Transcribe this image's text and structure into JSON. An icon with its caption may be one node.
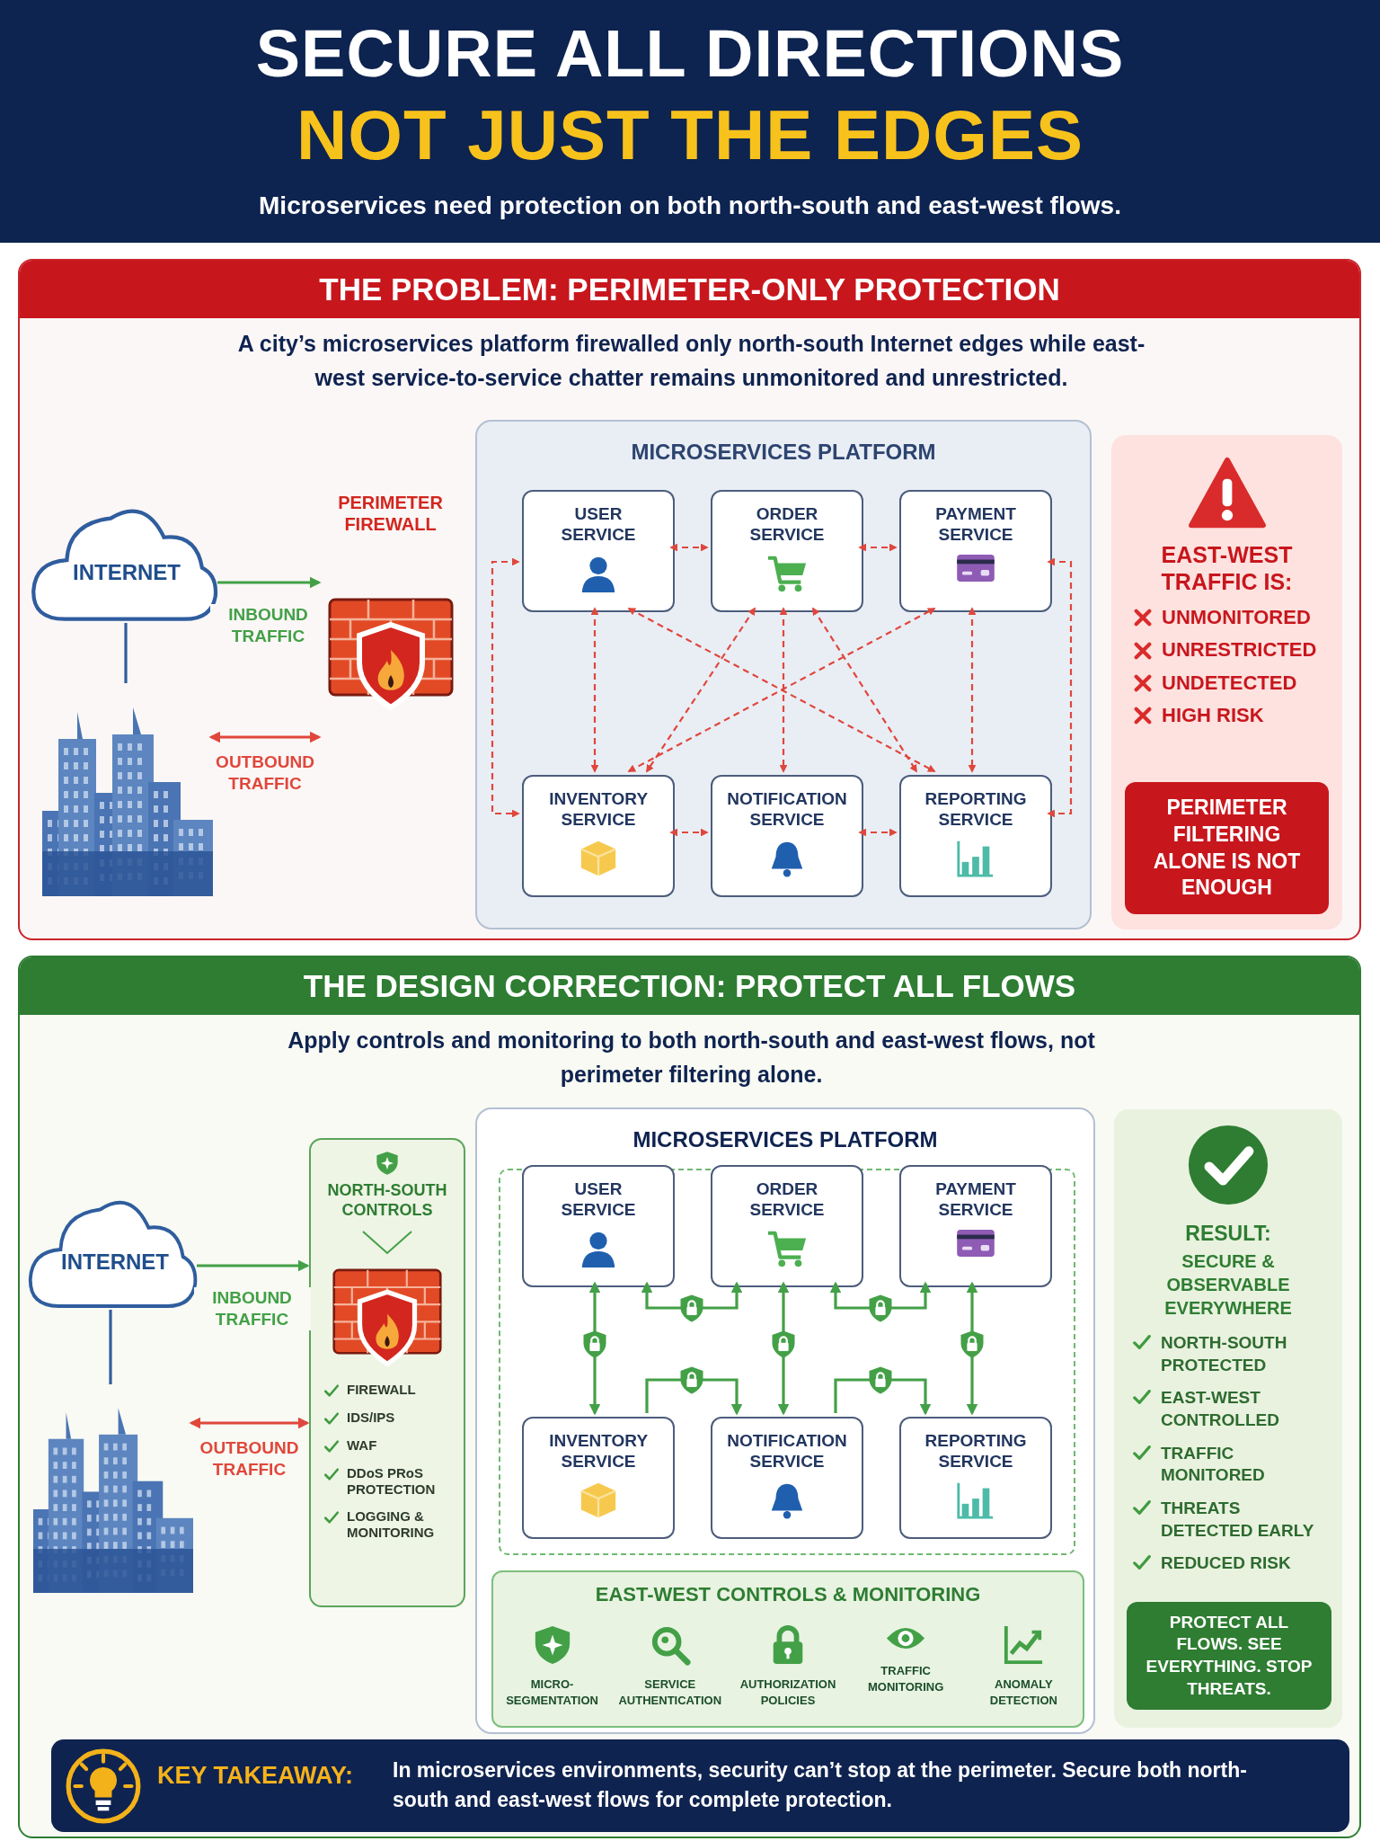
{
  "diagram": {
    "title": "SECURE ALL DIRECTIONS",
    "labels": [
      "NOT JUST THE EDGES",
      "Microservices need protection on both north-south and east-west flows."
    ],
    "nodes": [
      {
        "text": [
          "THE PROBLEM: PERIMETER-ONLY PROTECTION",
          "A city’s microservices platform firewalled only north-south Internet edges while east-west service-to-service chatter remains unmonitored and unrestricted."
        ]
      },
      {
        "text": [
          "INTERNET"
        ],
        "in": 0
      },
      {
        "text": [],
        "shape": "picture",
        "in": 0
      },
      {
        "text": [
          "PERIMETER FIREWALL"
        ],
        "in": 0
      },
      {
        "text": [
          "MICROSERVICES PLATFORM"
        ],
        "in": 0
      },
      {
        "text": [
          "USER SERVICE"
        ],
        "in": 4
      },
      {
        "text": [
          "ORDER SERVICE"
        ],
        "in": 4
      },
      {
        "text": [
          "PAYMENT SERVICE"
        ],
        "in": 4
      },
      {
        "text": [
          "INVENTORY SERVICE"
        ],
        "in": 4
      },
      {
        "text": [
          "NOTIFICATION SERVICE"
        ],
        "in": 4
      },
      {
        "text": [
          "REPORTING SERVICE"
        ],
        "in": 4
      },
      {
        "text": [
          "EAST-WEST TRAFFIC IS:",
          "UNMONITORED",
          "UNRESTRICTED",
          "UNDETECTED",
          "HIGH RISK"
        ],
        "in": 0
      },
      {
        "text": [
          "PERIMETER FILTERING ALONE IS NOT ENOUGH"
        ],
        "in": 11
      },
      {
        "text": [
          "THE DESIGN CORRECTION: PROTECT ALL FLOWS",
          "Apply controls and monitoring to both north-south and east-west flows, not perimeter filtering alone."
        ]
      },
      {
        "text": [
          "INTERNET"
        ],
        "in": 13
      },
      {
        "text": [],
        "shape": "picture",
        "in": 13
      },
      {
        "text": [
          "NORTH-SOUTH CONTROLS",
          "FIREWALL",
          "IDS/IPS",
          "WAF",
          "DDoS PRoS PROTECTION",
          "LOGGING & MONITORING"
        ],
        "in": 13
      },
      {
        "text": [
          "MICROSERVICES PLATFORM"
        ],
        "in": 13
      },
      {
        "text": [
          "USER SERVICE"
        ],
        "in": 17
      },
      {
        "text": [
          "ORDER SERVICE"
        ],
        "in": 17
      },
      {
        "text": [
          "PAYMENT SERVICE"
        ],
        "in": 17
      },
      {
        "text": [
          "INVENTORY SERVICE"
        ],
        "in": 17
      },
      {
        "text": [
          "NOTIFICATION SERVICE"
        ],
        "in": 17
      },
      {
        "text": [
          "REPORTING SERVICE"
        ],
        "in": 17
      },
      {
        "text": [
          "EAST-WEST CONTROLS & MONITORING",
          "MICRO- SEGMENTATION",
          "SERVICE AUTHENTICATION",
          "AUTHORIZATION POLICIES",
          "TRAFFIC MONITORING",
          "ANOMALY DETECTION"
        ],
        "in": 17
      },
      {
        "text": [
          "RESULT:",
          "SECURE & OBSERVABLE EVERYWHERE",
          "NORTH-SOUTH PROTECTED",
          "EAST-WEST CONTROLLED",
          "TRAFFIC MONITORED",
          "THREATS DETECTED EARLY",
          "REDUCED RISK"
        ],
        "in": 13
      },
      {
        "text": [
          "PROTECT ALL FLOWS. SEE EVERYTHING. STOP THREATS."
        ],
        "in": 25
      },
      {
        "text": [
          "KEY TAKEAWAY:",
          "In microservices environments, security can’t stop at the perimeter. Secure both north-south and east-west flows for complete protection."
        ],
        "in": 13
      }
    ],
    "edges": [
      {
        "from": 1,
        "to": 3,
        "arrow": "to",
        "label": "INBOUND TRAFFIC",
        "color": "#43a047"
      },
      {
        "from": 2,
        "to": 3,
        "arrow": "both",
        "label": "OUTBOUND TRAFFIC"
      },
      {
        "from": 1,
        "to": 2,
        "arrow": "none",
        "color": "#2f5d9e"
      },
      {
        "from": 5,
        "to": 6,
        "arrow": "both",
        "style": "dashed"
      },
      {
        "from": 6,
        "to": 7,
        "arrow": "both",
        "style": "dashed"
      },
      {
        "from": 8,
        "to": 9,
        "arrow": "both",
        "style": "dashed"
      },
      {
        "from": 9,
        "to": 10,
        "arrow": "both",
        "style": "dashed"
      },
      {
        "from": 5,
        "to": 8,
        "arrow": "both",
        "style": "dashed"
      },
      {
        "from": 6,
        "to": 9,
        "arrow": "both",
        "style": "dashed"
      },
      {
        "from": 7,
        "to": 10,
        "arrow": "both",
        "style": "dashed"
      },
      {
        "from": 5,
        "to": 10,
        "arrow": "both",
        "style": "dashed"
      },
      {
        "from": 8,
        "to": 7,
        "arrow": "both",
        "style": "dashed"
      },
      {
        "from": 6,
        "to": 8,
        "arrow": "both",
        "style": "dashed"
      },
      {
        "from": 6,
        "to": 10,
        "arrow": "both",
        "style": "dashed"
      },
      {
        "from": 5,
        "to": 8,
        "arrow": "both",
        "style": "dashed"
      },
      {
        "from": 7,
        "to": 10,
        "arrow": "both",
        "style": "dashed"
      },
      {
        "from": 14,
        "to": 16,
        "arrow": "to",
        "label": "INBOUND TRAFFIC",
        "color": "#43a047"
      },
      {
        "from": 15,
        "to": 16,
        "arrow": "both",
        "label": "OUTBOUND TRAFFIC"
      },
      {
        "from": 14,
        "to": 15,
        "arrow": "none",
        "color": "#2f5d9e"
      },
      {
        "from": 18,
        "to": 21,
        "arrow": "both",
        "color": "#43a047"
      },
      {
        "from": 19,
        "to": 22,
        "arrow": "both",
        "color": "#43a047"
      },
      {
        "from": 20,
        "to": 23,
        "arrow": "both",
        "color": "#43a047"
      },
      {
        "from": 18,
        "to": 19,
        "arrow": "both",
        "color": "#43a047"
      },
      {
        "from": 19,
        "to": 20,
        "arrow": "both",
        "color": "#43a047"
      },
      {
        "from": 21,
        "to": 22,
        "arrow": "to",
        "color": "#43a047"
      },
      {
        "from": 22,
        "to": 23,
        "arrow": "to",
        "color": "#43a047"
      }
    ]
  }
}
